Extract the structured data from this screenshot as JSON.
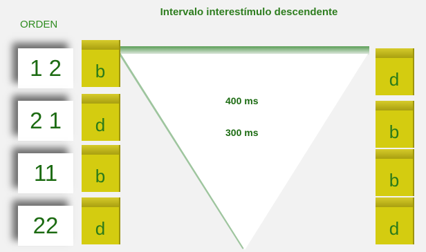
{
  "header": {
    "title": "Intervalo interestímulo descendente",
    "orden_label": "ORDEN"
  },
  "orders": [
    "1 2",
    "2 1",
    "11",
    "22"
  ],
  "left_stimuli": [
    "b",
    "d",
    "b",
    "d"
  ],
  "right_stimuli": [
    "d",
    "b",
    "b",
    "d"
  ],
  "intervals": [
    "400 ms",
    "300 ms"
  ],
  "colors": {
    "accent_green": "#2e7d1f",
    "cube_yellow": "#d4cc10",
    "background": "#f2f2f2"
  }
}
